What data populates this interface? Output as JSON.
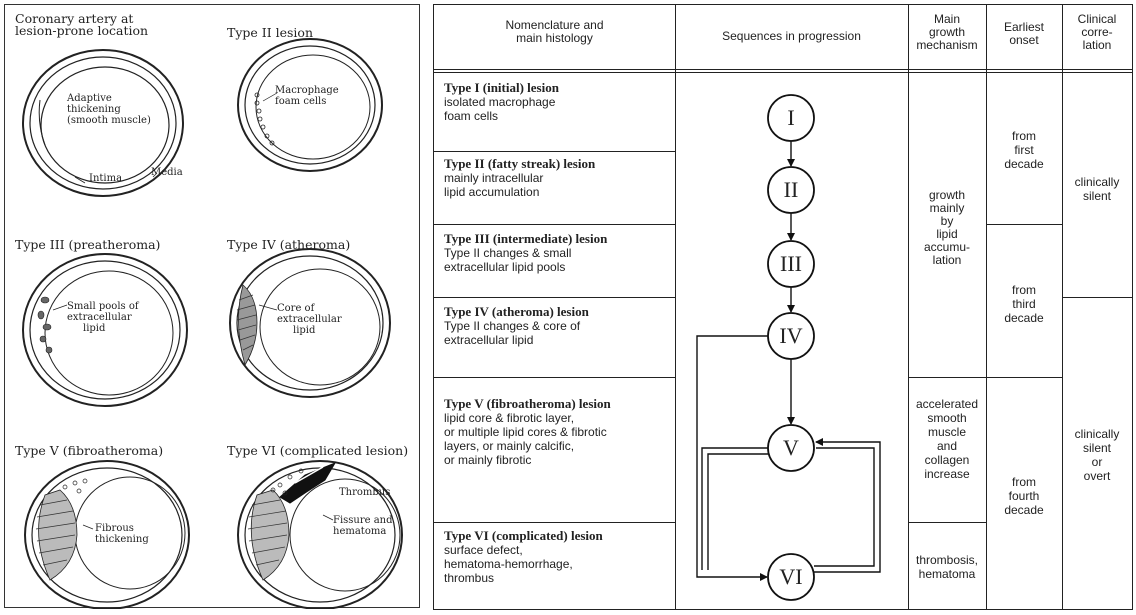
{
  "left_panel": {
    "labels": {
      "coronary": [
        "Coronary artery at",
        "lesion-prone location"
      ],
      "type2": "Type II lesion",
      "type3": "Type III (preatheroma)",
      "type4": "Type IV (atheroma)",
      "type5": "Type V (fibroatheroma)",
      "type6": "Type VI (complicated lesion)"
    },
    "annotations": {
      "adaptive": [
        "Adaptive",
        "thickening",
        "(smooth muscle)"
      ],
      "intima": "Intima",
      "media": "Media",
      "macrophage": [
        "Macrophage",
        "foam cells"
      ],
      "small_pools": [
        "Small pools of",
        "extracellular",
        "lipid"
      ],
      "core": [
        "Core of",
        "extracellular",
        "lipid"
      ],
      "fibrous": [
        "Fibrous",
        "thickening"
      ],
      "thrombus": "Thrombus",
      "fissure": [
        "Fissure and",
        "hematoma"
      ]
    }
  },
  "table": {
    "headers": {
      "nomenclature": [
        "Nomenclature and",
        "main histology"
      ],
      "sequences": "Sequences in progression",
      "growth": [
        "Main",
        "growth",
        "mechanism"
      ],
      "onset": [
        "Earliest",
        "onset"
      ],
      "clinical": [
        "Clinical",
        "corre-",
        "lation"
      ]
    },
    "rows": [
      {
        "title": "Type I (initial) lesion",
        "desc": [
          "isolated macrophage",
          "foam cells"
        ]
      },
      {
        "title": "Type II (fatty streak) lesion",
        "desc": [
          "mainly intracellular",
          "lipid accumulation"
        ]
      },
      {
        "title": "Type III (intermediate) lesion",
        "desc": [
          "Type II changes & small",
          "extracellular lipid pools"
        ]
      },
      {
        "title": "Type IV (atheroma) lesion",
        "desc": [
          "Type II changes & core of",
          "extracellular lipid"
        ]
      },
      {
        "title": "Type V (fibroatheroma) lesion",
        "desc": [
          "lipid core & fibrotic layer,",
          "or multiple lipid cores & fibrotic",
          "layers, or mainly calcific,",
          "or mainly fibrotic"
        ]
      },
      {
        "title": "Type VI (complicated) lesion",
        "desc": [
          "surface defect,",
          "hematoma-hemorrhage,",
          "thrombus"
        ]
      }
    ],
    "nodes": [
      "I",
      "II",
      "III",
      "IV",
      "V",
      "VI"
    ],
    "growth": {
      "lipid": [
        "growth",
        "mainly",
        "by",
        "lipid",
        "accumu-",
        "lation"
      ],
      "smooth": [
        "accelerated",
        "smooth",
        "muscle",
        "and",
        "collagen",
        "increase"
      ],
      "thrombosis": [
        "thrombosis,",
        "hematoma"
      ]
    },
    "onset": {
      "first": [
        "from",
        "first",
        "decade"
      ],
      "third": [
        "from",
        "third",
        "decade"
      ],
      "fourth": [
        "from",
        "fourth",
        "decade"
      ]
    },
    "clinical": {
      "silent": [
        "clinically",
        "silent"
      ],
      "overt": [
        "clinically",
        "silent",
        "or",
        "overt"
      ]
    }
  }
}
